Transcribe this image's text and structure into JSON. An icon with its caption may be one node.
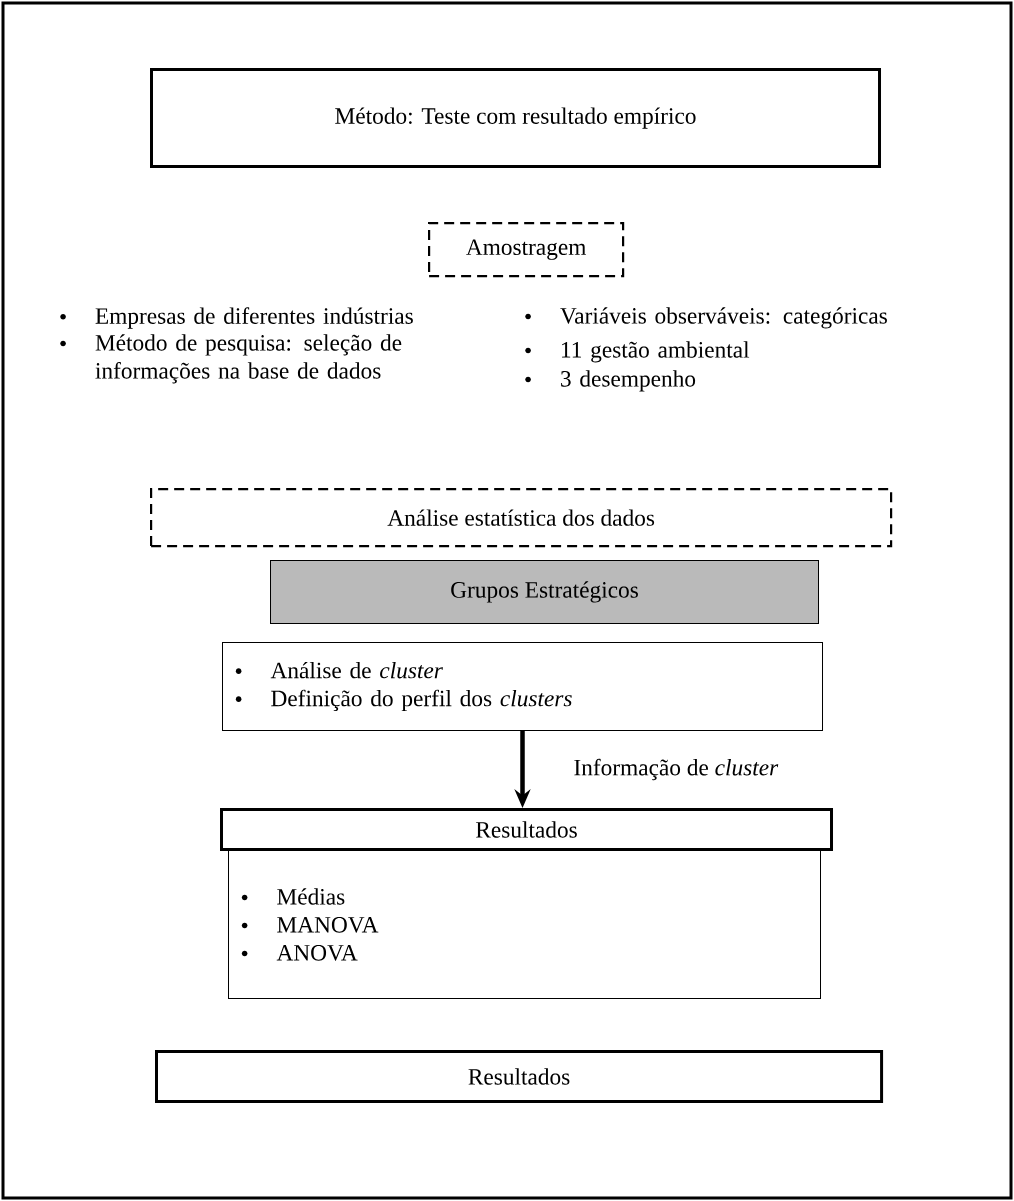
{
  "diagram": {
    "nodes": [
      {
        "text": [
          "Método: Teste com resultado empírico"
        ]
      },
      {
        "text": [
          "Amostragem"
        ]
      },
      {
        "text": [
          "Análise estatística dos dados"
        ]
      },
      {
        "text": [
          "Grupos Estratégicos"
        ]
      },
      {
        "text": [
          "Análise de *cluster*",
          "Definição do perfil dos *clusters*"
        ]
      },
      {
        "text": [
          "Resultados"
        ]
      },
      {
        "text": [
          "Médias",
          "MANOVA",
          "ANOVA"
        ]
      },
      {
        "text": [
          "Resultados"
        ]
      }
    ],
    "edges": [
      {
        "from": 4,
        "to": 5,
        "arrow": "to",
        "label": "Informação de *cluster*"
      }
    ],
    "labels": [
      "Empresas de diferentes indústrias",
      "Método de pesquisa: seleção de informações na base de dados",
      "Variáveis observáveis: categóricas",
      "11 gestão ambiental",
      "3 desempenho"
    ]
  }
}
